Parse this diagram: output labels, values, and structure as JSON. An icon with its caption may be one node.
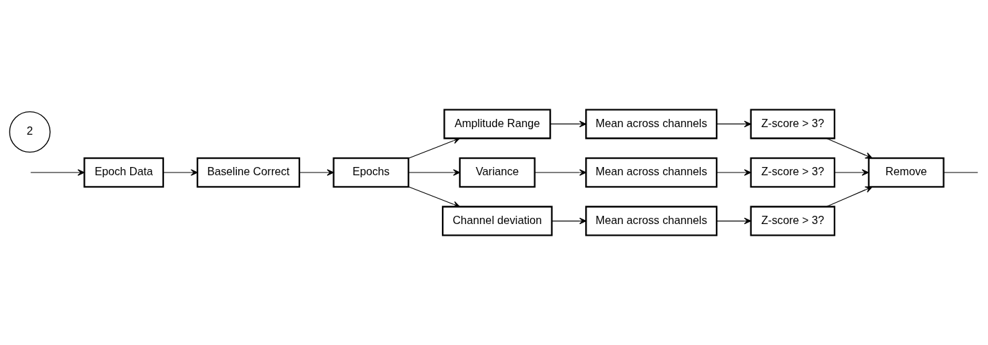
{
  "diagram": {
    "nodes": [
      {
        "text": [
          "Epoch Data"
        ]
      },
      {
        "text": [
          "Baseline Correct"
        ]
      },
      {
        "text": [
          "2"
        ]
      },
      {
        "text": [
          "Epochs"
        ]
      },
      {
        "text": [
          "Amplitude Range"
        ]
      },
      {
        "text": [
          "Mean across channels"
        ]
      },
      {
        "text": [
          "Z-score > 3?"
        ]
      },
      {
        "text": [
          "Variance"
        ]
      },
      {
        "text": [
          "Mean across channels"
        ]
      },
      {
        "text": [
          "Z-score > 3?"
        ]
      },
      {
        "text": [
          "Channel deviation"
        ]
      },
      {
        "text": [
          "Mean across channels"
        ]
      },
      {
        "text": [
          "Z-score > 3?"
        ]
      },
      {
        "text": [
          "Remove"
        ]
      }
    ],
    "edges": [
      {
        "from": null,
        "to": 0,
        "arrow": "to"
      },
      {
        "from": 0,
        "to": 1,
        "arrow": "to"
      },
      {
        "from": 1,
        "to": 3,
        "arrow": "to"
      },
      {
        "from": 3,
        "to": 4,
        "arrow": "to"
      },
      {
        "from": 3,
        "to": 7,
        "arrow": "to"
      },
      {
        "from": 3,
        "to": 10,
        "arrow": "to"
      },
      {
        "from": 4,
        "to": 5,
        "arrow": "to"
      },
      {
        "from": 7,
        "to": 8,
        "arrow": "to"
      },
      {
        "from": 10,
        "to": 11,
        "arrow": "to"
      },
      {
        "from": 5,
        "to": 6,
        "arrow": "to"
      },
      {
        "from": 8,
        "to": 9,
        "arrow": "to"
      },
      {
        "from": 11,
        "to": 12,
        "arrow": "to"
      },
      {
        "from": 6,
        "to": 13,
        "arrow": "to"
      },
      {
        "from": 9,
        "to": 13,
        "arrow": "to"
      },
      {
        "from": 12,
        "to": 13,
        "arrow": "to"
      },
      {
        "from": 13,
        "to": null,
        "arrow": "none"
      }
    ]
  }
}
